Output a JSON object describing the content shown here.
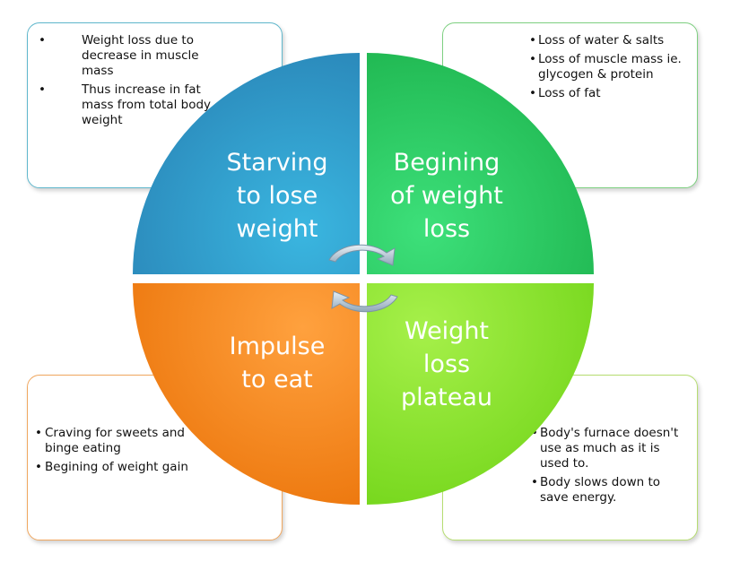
{
  "colors": {
    "starving": "#2e8ec0",
    "begining": "#22c45a",
    "plateau": "#86e12a",
    "impulse": "#f07d14",
    "arrow": "#9fb3c3"
  },
  "quadrants": {
    "top_left": {
      "label": "Starving\nto lose\nweight"
    },
    "top_right": {
      "label": "Begining\nof weight\nloss"
    },
    "bottom_right": {
      "label": "Weight\nloss\nplateau"
    },
    "bottom_left": {
      "label": "Impulse\nto eat"
    }
  },
  "boxes": {
    "top_left": {
      "bullets": [
        "Weight loss due to decrease in muscle mass",
        "Thus increase in fat mass from total body weight"
      ]
    },
    "top_right": {
      "bullets": [
        "Loss of water & salts",
        "Loss of muscle mass ie. glycogen & protein",
        "Loss of fat"
      ]
    },
    "bottom_left": {
      "bullets": [
        "Craving for sweets and binge eating",
        "Begining of weight gain"
      ]
    },
    "bottom_right": {
      "bullets": [
        "Body's furnace doesn't use as much as it is used to.",
        "Body slows down to save energy."
      ]
    }
  },
  "icons": [
    "cycle-arrow-icon"
  ]
}
